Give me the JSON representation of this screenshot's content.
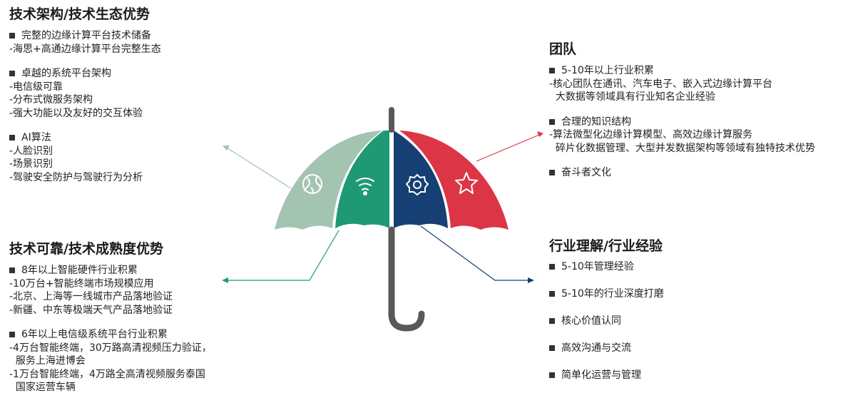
{
  "top_left": {
    "title": "技术架构/技术生态优势",
    "groups": [
      {
        "bullet": "完整的边缘计算平台技术储备",
        "lines": [
          "-海思+高通边缘计算平台完整生态"
        ]
      },
      {
        "bullet": "卓越的系统平台架构",
        "lines": [
          "-电信级可靠",
          "-分布式微服务架构",
          "-强大功能以及友好的交互体验"
        ]
      },
      {
        "bullet": "AI算法",
        "lines": [
          "-人脸识别",
          "-场景识别",
          "-驾驶安全防护与驾驶行为分析"
        ]
      }
    ]
  },
  "bottom_left": {
    "title": "技术可靠/技术成熟度优势",
    "groups": [
      {
        "bullet": "8年以上智能硬件行业积累",
        "lines": [
          "-10万台+智能终端市场规模应用",
          "-北京、上海等一线城市产品落地验证",
          "-新疆、中东等极端天气产品落地验证"
        ]
      },
      {
        "bullet": "6年以上电信级系统平台行业积累",
        "lines": [
          "-4万台智能终端，30万路高清视频压力验证，",
          "  服务上海进博会",
          "-1万台智能终端，4万路全高清视频服务泰国",
          "  国家运营车辆"
        ]
      }
    ]
  },
  "top_right": {
    "title": "团队",
    "groups": [
      {
        "bullet": "5-10年以上行业积累",
        "lines": [
          "-核心团队在通讯、汽车电子、嵌入式边缘计算平台",
          "  大数据等领域具有行业知名企业经验"
        ]
      },
      {
        "bullet": "合理的知识结构",
        "lines": [
          "-算法微型化边缘计算模型、高效边缘计算服务",
          "  碎片化数据管理、大型并发数据架构等领域有独特技术优势"
        ]
      },
      {
        "bullet": "奋斗者文化",
        "lines": []
      }
    ]
  },
  "bottom_right": {
    "title": "行业理解/行业经验",
    "items": [
      "5-10年管理经验",
      "5-10年的行业深度打磨",
      "核心价值认同",
      "高效沟通与交流",
      "简单化运营与管理"
    ]
  },
  "umbrella": {
    "segments": [
      {
        "name": "globe-icon",
        "color": "#a3c4b0"
      },
      {
        "name": "wifi-icon",
        "color": "#1f9974"
      },
      {
        "name": "gear-icon",
        "color": "#163f73"
      },
      {
        "name": "star-icon",
        "color": "#dc3546"
      }
    ],
    "handle_color": "#595959"
  }
}
